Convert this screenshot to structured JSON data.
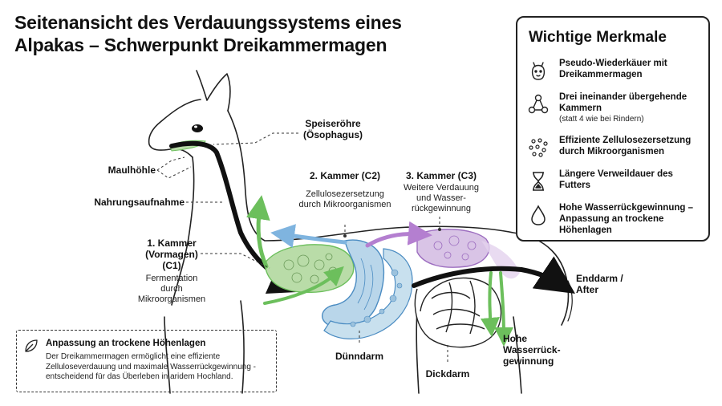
{
  "title": {
    "line1": "Seitenansicht des Verdauungssystems eines",
    "line2": "Alpakas – Schwerpunkt Dreikammermagen"
  },
  "labels": {
    "esophagus": "Speiseröhre",
    "esophagus_sub": "(Ösophagus)",
    "mouth": "Maulhöhle",
    "intake": "Nahrungsaufnahme",
    "c1_title_1": "1. Kammer",
    "c1_title_2": "(Vormagen)",
    "c1_title_3": "(C1)",
    "c1_desc_1": "Fermentation",
    "c1_desc_2": "durch",
    "c1_desc_3": "Mikroorganismen",
    "c2_title": "2. Kammer (C2)",
    "c2_desc_1": "Zellulosezersetzung",
    "c2_desc_2": "durch Mikroorganismen",
    "c3_title": "3. Kammer (C3)",
    "c3_desc_1": "Weitere Verdauung",
    "c3_desc_2": "und Wasser-",
    "c3_desc_3": "rückgewinnung",
    "rectum_1": "Enddarm /",
    "rectum_2": "After",
    "small_intestine": "Dünndarm",
    "large_intestine": "Dickdarm",
    "water_1": "Hohe",
    "water_2": "Wasserrück-",
    "water_3": "gewinnung"
  },
  "features": {
    "title": "Wichtige Merkmale",
    "items": [
      {
        "icon": "alpaca-icon",
        "title": "Pseudo-Wiederkäuer mit Dreikammermagen",
        "sub": ""
      },
      {
        "icon": "network-icon",
        "title": "Drei ineinander übergehende Kammern",
        "sub": "(statt 4 wie bei Rindern)"
      },
      {
        "icon": "dots-icon",
        "title": "Effiziente Zellulosezersetzung durch Mikroorganismen",
        "sub": ""
      },
      {
        "icon": "hourglass-icon",
        "title": "Längere Verweildauer des Futters",
        "sub": ""
      },
      {
        "icon": "water-drop-icon",
        "title": "Hohe Wasserrückgewinnung – Anpassung an trockene Höhenlagen",
        "sub": ""
      }
    ]
  },
  "note": {
    "icon": "leaf-icon",
    "title": "Anpassung an trockene Höhenlagen",
    "body": "Der Dreikammermagen ermöglicht eine effiziente Zelluloseverdauung und maximale Wasserrückgewinnung - entscheidend für das Überleben in aridem Hochland."
  },
  "colors": {
    "c1": "#b9dca8",
    "c2": "#b9d6ea",
    "c3": "#d9c4e6",
    "arrow_green": "#6cbf5c",
    "arrow_blue": "#7fb4df",
    "arrow_purple": "#b47fd0",
    "arrow_black": "#111111"
  }
}
